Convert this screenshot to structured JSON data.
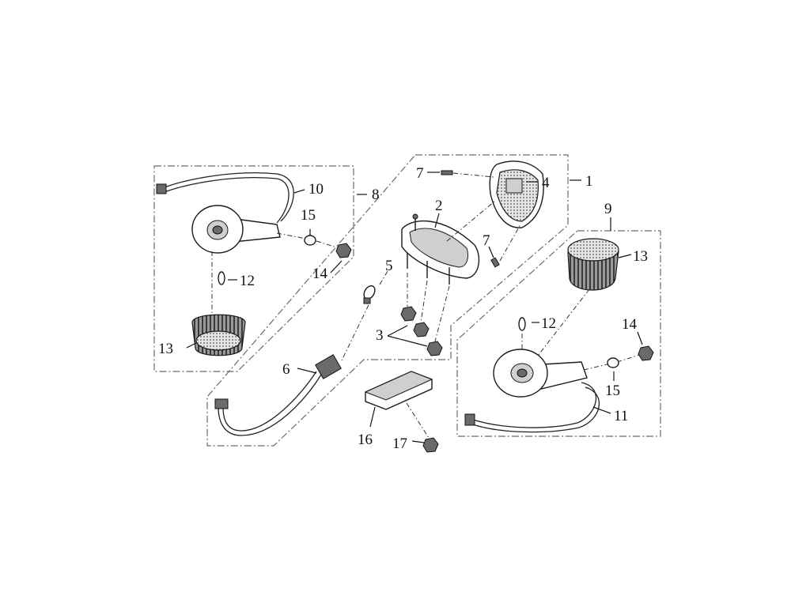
{
  "diagram": {
    "labels": {
      "p1": "1",
      "p2": "2",
      "p3": "3",
      "p4": "4",
      "p5": "5",
      "p6": "6",
      "p7a": "7",
      "p7b": "7",
      "p8": "8",
      "p9": "9",
      "p10": "10",
      "p11": "11",
      "p12a": "12",
      "p12b": "12",
      "p13a": "13",
      "p13b": "13",
      "p14a": "14",
      "p14b": "14",
      "p15a": "15",
      "p15b": "15",
      "p16": "16",
      "p17": "17"
    }
  }
}
